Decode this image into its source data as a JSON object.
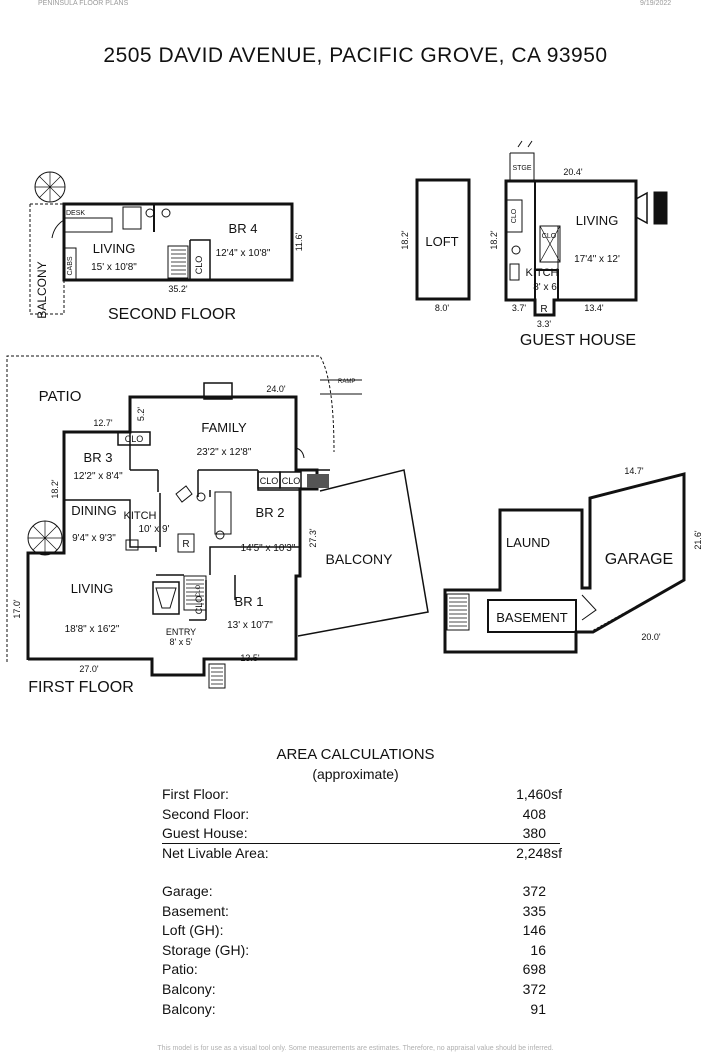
{
  "header": {
    "company": "PENINSULA FLOOR PLANS",
    "date": "9/19/2022",
    "address": "2505 DAVID AVENUE, PACIFIC GROVE, CA  93950"
  },
  "second_floor": {
    "label": "SECOND FLOOR",
    "rooms": {
      "balcony": "BALCONY",
      "desk": "DESK",
      "cabs": "CABS",
      "living_name": "LIVING",
      "living_dim": "15' x 10'8\"",
      "br4_name": "BR 4",
      "br4_dim": "12'4\" x 10'8\"",
      "clo": "CLO"
    },
    "dims": {
      "right": "11.6'",
      "bottom": "35.2'"
    }
  },
  "loft": {
    "label": "LOFT",
    "dims": {
      "left": "18.2'",
      "bottom": "8.0'"
    }
  },
  "guest_house": {
    "label": "GUEST HOUSE",
    "rooms": {
      "stge": "STGE",
      "clo_a": "CLO",
      "clo_b": "CLO",
      "living_name": "LIVING",
      "living_dim": "17'4\" x 12'",
      "kitch_name": "KITCH",
      "kitch_dim": "8' x 6'",
      "r": "R"
    },
    "dims": {
      "top": "20.4'",
      "left": "18.2'",
      "bottom_a": "3.7'",
      "bottom_b": "13.4'",
      "bottom_c": "3.3'"
    }
  },
  "first_floor": {
    "label": "FIRST FLOOR",
    "patio": "PATIO",
    "ramp": "RAMP",
    "rooms": {
      "family_name": "FAMILY",
      "family_dim": "23'2\" x 12'8\"",
      "br3_name": "BR 3",
      "br3_dim": "12'2\" x 8'4\"",
      "dining_name": "DINING",
      "dining_dim": "9'4\" x 9'3\"",
      "kitch_name": "KITCH",
      "kitch_dim": "10' x 9'",
      "br2_name": "BR 2",
      "br2_dim": "14'5\" x 10'3\"",
      "living_name": "LIVING",
      "living_dim": "18'8\" x 16'2\"",
      "br1_name": "BR 1",
      "br1_dim": "13' x 10'7\"",
      "entry_name": "ENTRY",
      "entry_dim": "8' x 5'",
      "balcony": "BALCONY",
      "clo": "CLO",
      "r": "R"
    },
    "dims": {
      "family_top": "24.0'",
      "br3_top": "12.7'",
      "notch": "5.2'",
      "left_upper": "18.2'",
      "left_lower": "17.0'",
      "bottom_left": "27.0'",
      "bottom_right": "13.5'",
      "balcony_side": "27.3'"
    }
  },
  "garage_block": {
    "laund": "LAUND",
    "garage": "GARAGE",
    "basement": "BASEMENT",
    "dims": {
      "top": "14.7'",
      "right": "21.6'",
      "bottom": "20.0'"
    }
  },
  "area_calculations": {
    "title": "AREA CALCULATIONS",
    "subtitle": "(approximate)",
    "livable": [
      {
        "label": "First  Floor:",
        "value": "1,460sf"
      },
      {
        "label": "Second Floor:",
        "value": "408"
      },
      {
        "label": "Guest House:",
        "value": "380"
      }
    ],
    "net": {
      "label": "Net Livable Area:",
      "value": "2,248sf"
    },
    "other": [
      {
        "label": "Garage:",
        "value": "372"
      },
      {
        "label": "Basement:",
        "value": "335"
      },
      {
        "label": "Loft (GH):",
        "value": "146"
      },
      {
        "label": "Storage (GH):",
        "value": "16"
      },
      {
        "label": "Patio:",
        "value": "698"
      },
      {
        "label": "Balcony:",
        "value": "372"
      },
      {
        "label": "Balcony:",
        "value": "91"
      }
    ]
  },
  "footer": "This model is for use as a visual tool only. Some measurements are estimates. Therefore, no appraisal value should be inferred."
}
